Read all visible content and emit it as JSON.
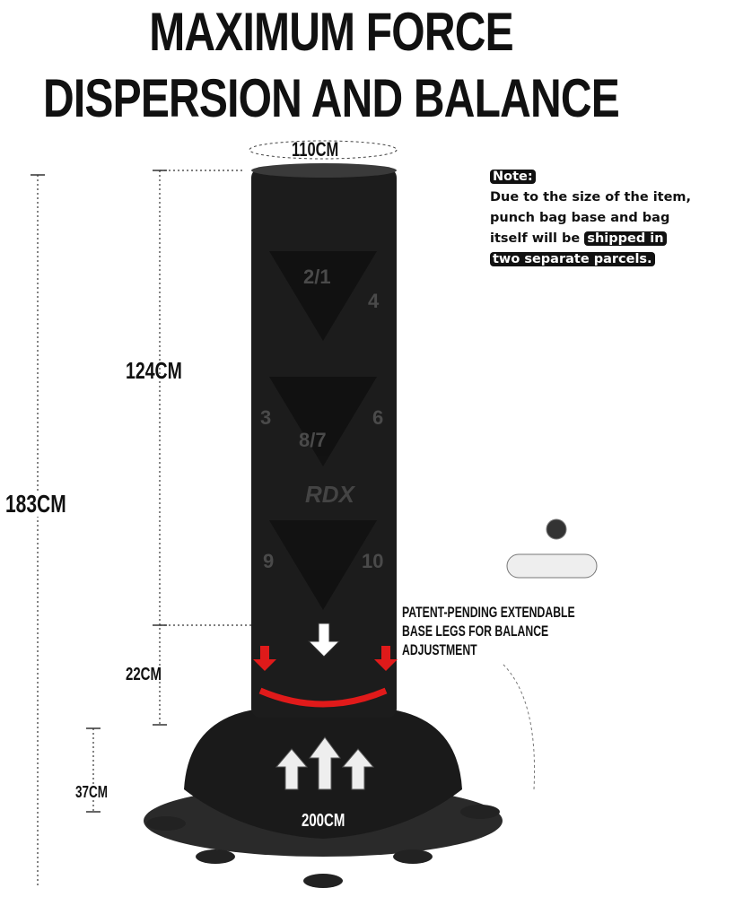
{
  "title": {
    "line1": "MAXIMUM FORCE",
    "line2": "DISPERSION AND BALANCE"
  },
  "dimensions": {
    "diameter": "110CM",
    "bag_height": "124CM",
    "total_height": "183CM",
    "collar_height": "22CM",
    "base_height": "37CM",
    "base_width": "200CM"
  },
  "note": {
    "label": "Note:",
    "line1": "Due to the size of the item,",
    "line2": "punch bag base and bag",
    "line3_plain": "itself will be ",
    "line3_highlight": "shipped in",
    "line4_highlight": "two separate parcels."
  },
  "feature": {
    "line1": "PATENT-PENDING EXTENDABLE",
    "line2": "BASE LEGS FOR BALANCE",
    "line3": "ADJUSTMENT"
  },
  "brand": "RDX",
  "bag_numbers": [
    "2/1",
    "4",
    "3",
    "8/7",
    "6",
    "9",
    "10"
  ],
  "colors": {
    "bag": "#1c1c1c",
    "accent": "#e01a1a",
    "text": "#111111"
  }
}
